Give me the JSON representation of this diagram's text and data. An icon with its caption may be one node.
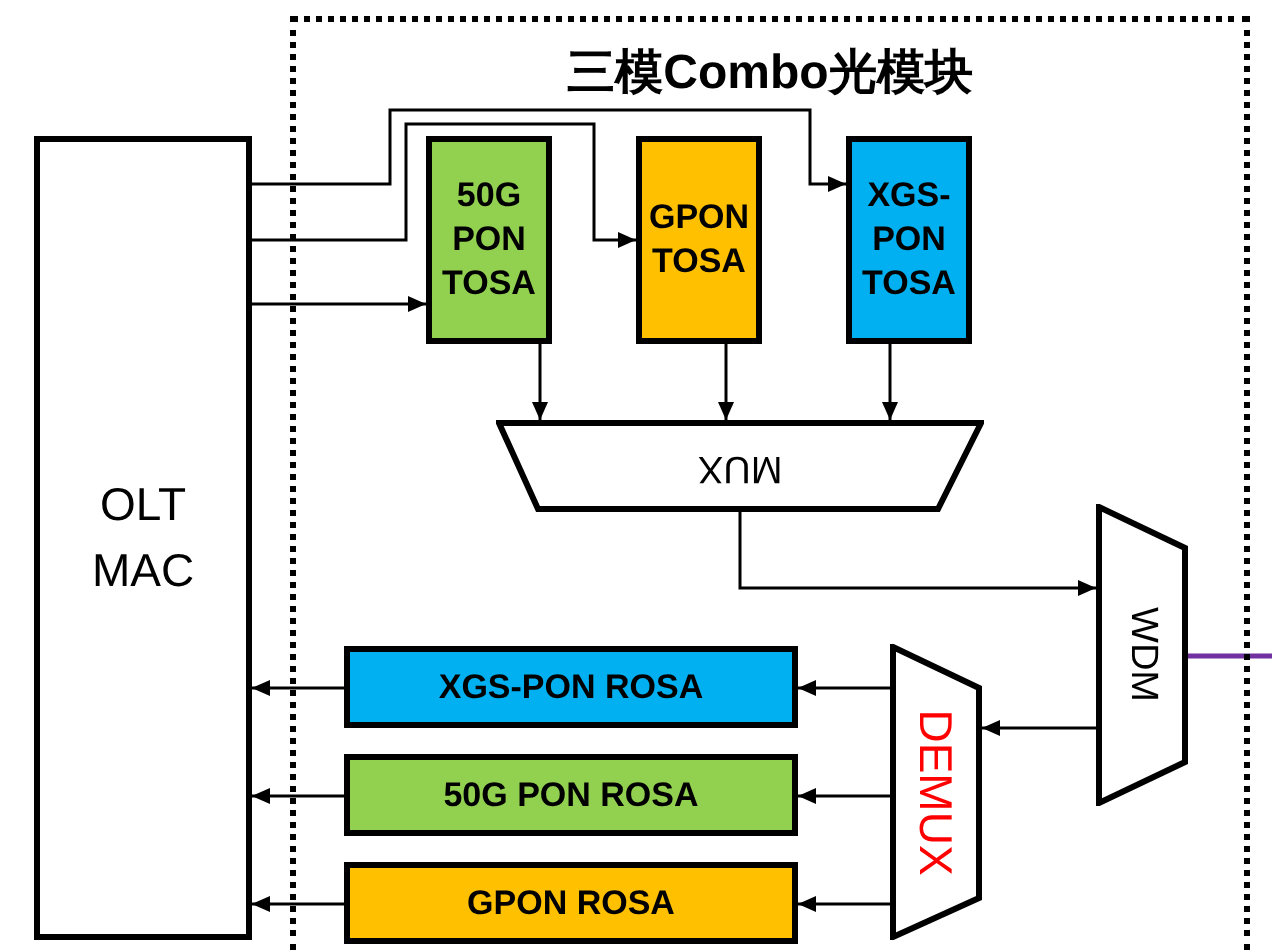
{
  "diagram": {
    "nodes": [
      {
        "text": [
          "三模Combo光模块"
        ]
      },
      {
        "text": [
          "OLT MAC"
        ]
      },
      {
        "text": [
          "50G PON TOSA"
        ],
        "in": 0
      },
      {
        "text": [
          "GPON TOSA"
        ],
        "in": 0
      },
      {
        "text": [
          "XGS-PON TOSA"
        ],
        "in": 0
      },
      {
        "text": [
          "MUX"
        ],
        "in": 0
      },
      {
        "text": [
          "WDM"
        ],
        "in": 0
      },
      {
        "text": [
          "DEMUX"
        ],
        "in": 0
      },
      {
        "text": [
          "XGS-PON ROSA"
        ],
        "in": 0
      },
      {
        "text": [
          "50G PON ROSA"
        ],
        "in": 0
      },
      {
        "text": [
          "GPON ROSA"
        ],
        "in": 0
      }
    ],
    "edges": [
      {
        "from": 1,
        "to": 4,
        "arrow": "to"
      },
      {
        "from": 1,
        "to": 3,
        "arrow": "to"
      },
      {
        "from": 1,
        "to": 2,
        "arrow": "to"
      },
      {
        "from": 2,
        "to": 5,
        "arrow": "to"
      },
      {
        "from": 3,
        "to": 5,
        "arrow": "to"
      },
      {
        "from": 4,
        "to": 5,
        "arrow": "to"
      },
      {
        "from": 5,
        "to": 6,
        "arrow": "to"
      },
      {
        "from": 6,
        "to": 7,
        "arrow": "to"
      },
      {
        "from": 7,
        "to": 8,
        "arrow": "to"
      },
      {
        "from": 7,
        "to": 9,
        "arrow": "to"
      },
      {
        "from": 7,
        "to": 10,
        "arrow": "to"
      },
      {
        "from": 8,
        "to": 1,
        "arrow": "to"
      },
      {
        "from": 9,
        "to": 1,
        "arrow": "to"
      },
      {
        "from": 10,
        "to": 1,
        "arrow": "to"
      },
      {
        "from": 6,
        "to": null,
        "arrow": "none",
        "color": "#7030a0"
      }
    ]
  }
}
